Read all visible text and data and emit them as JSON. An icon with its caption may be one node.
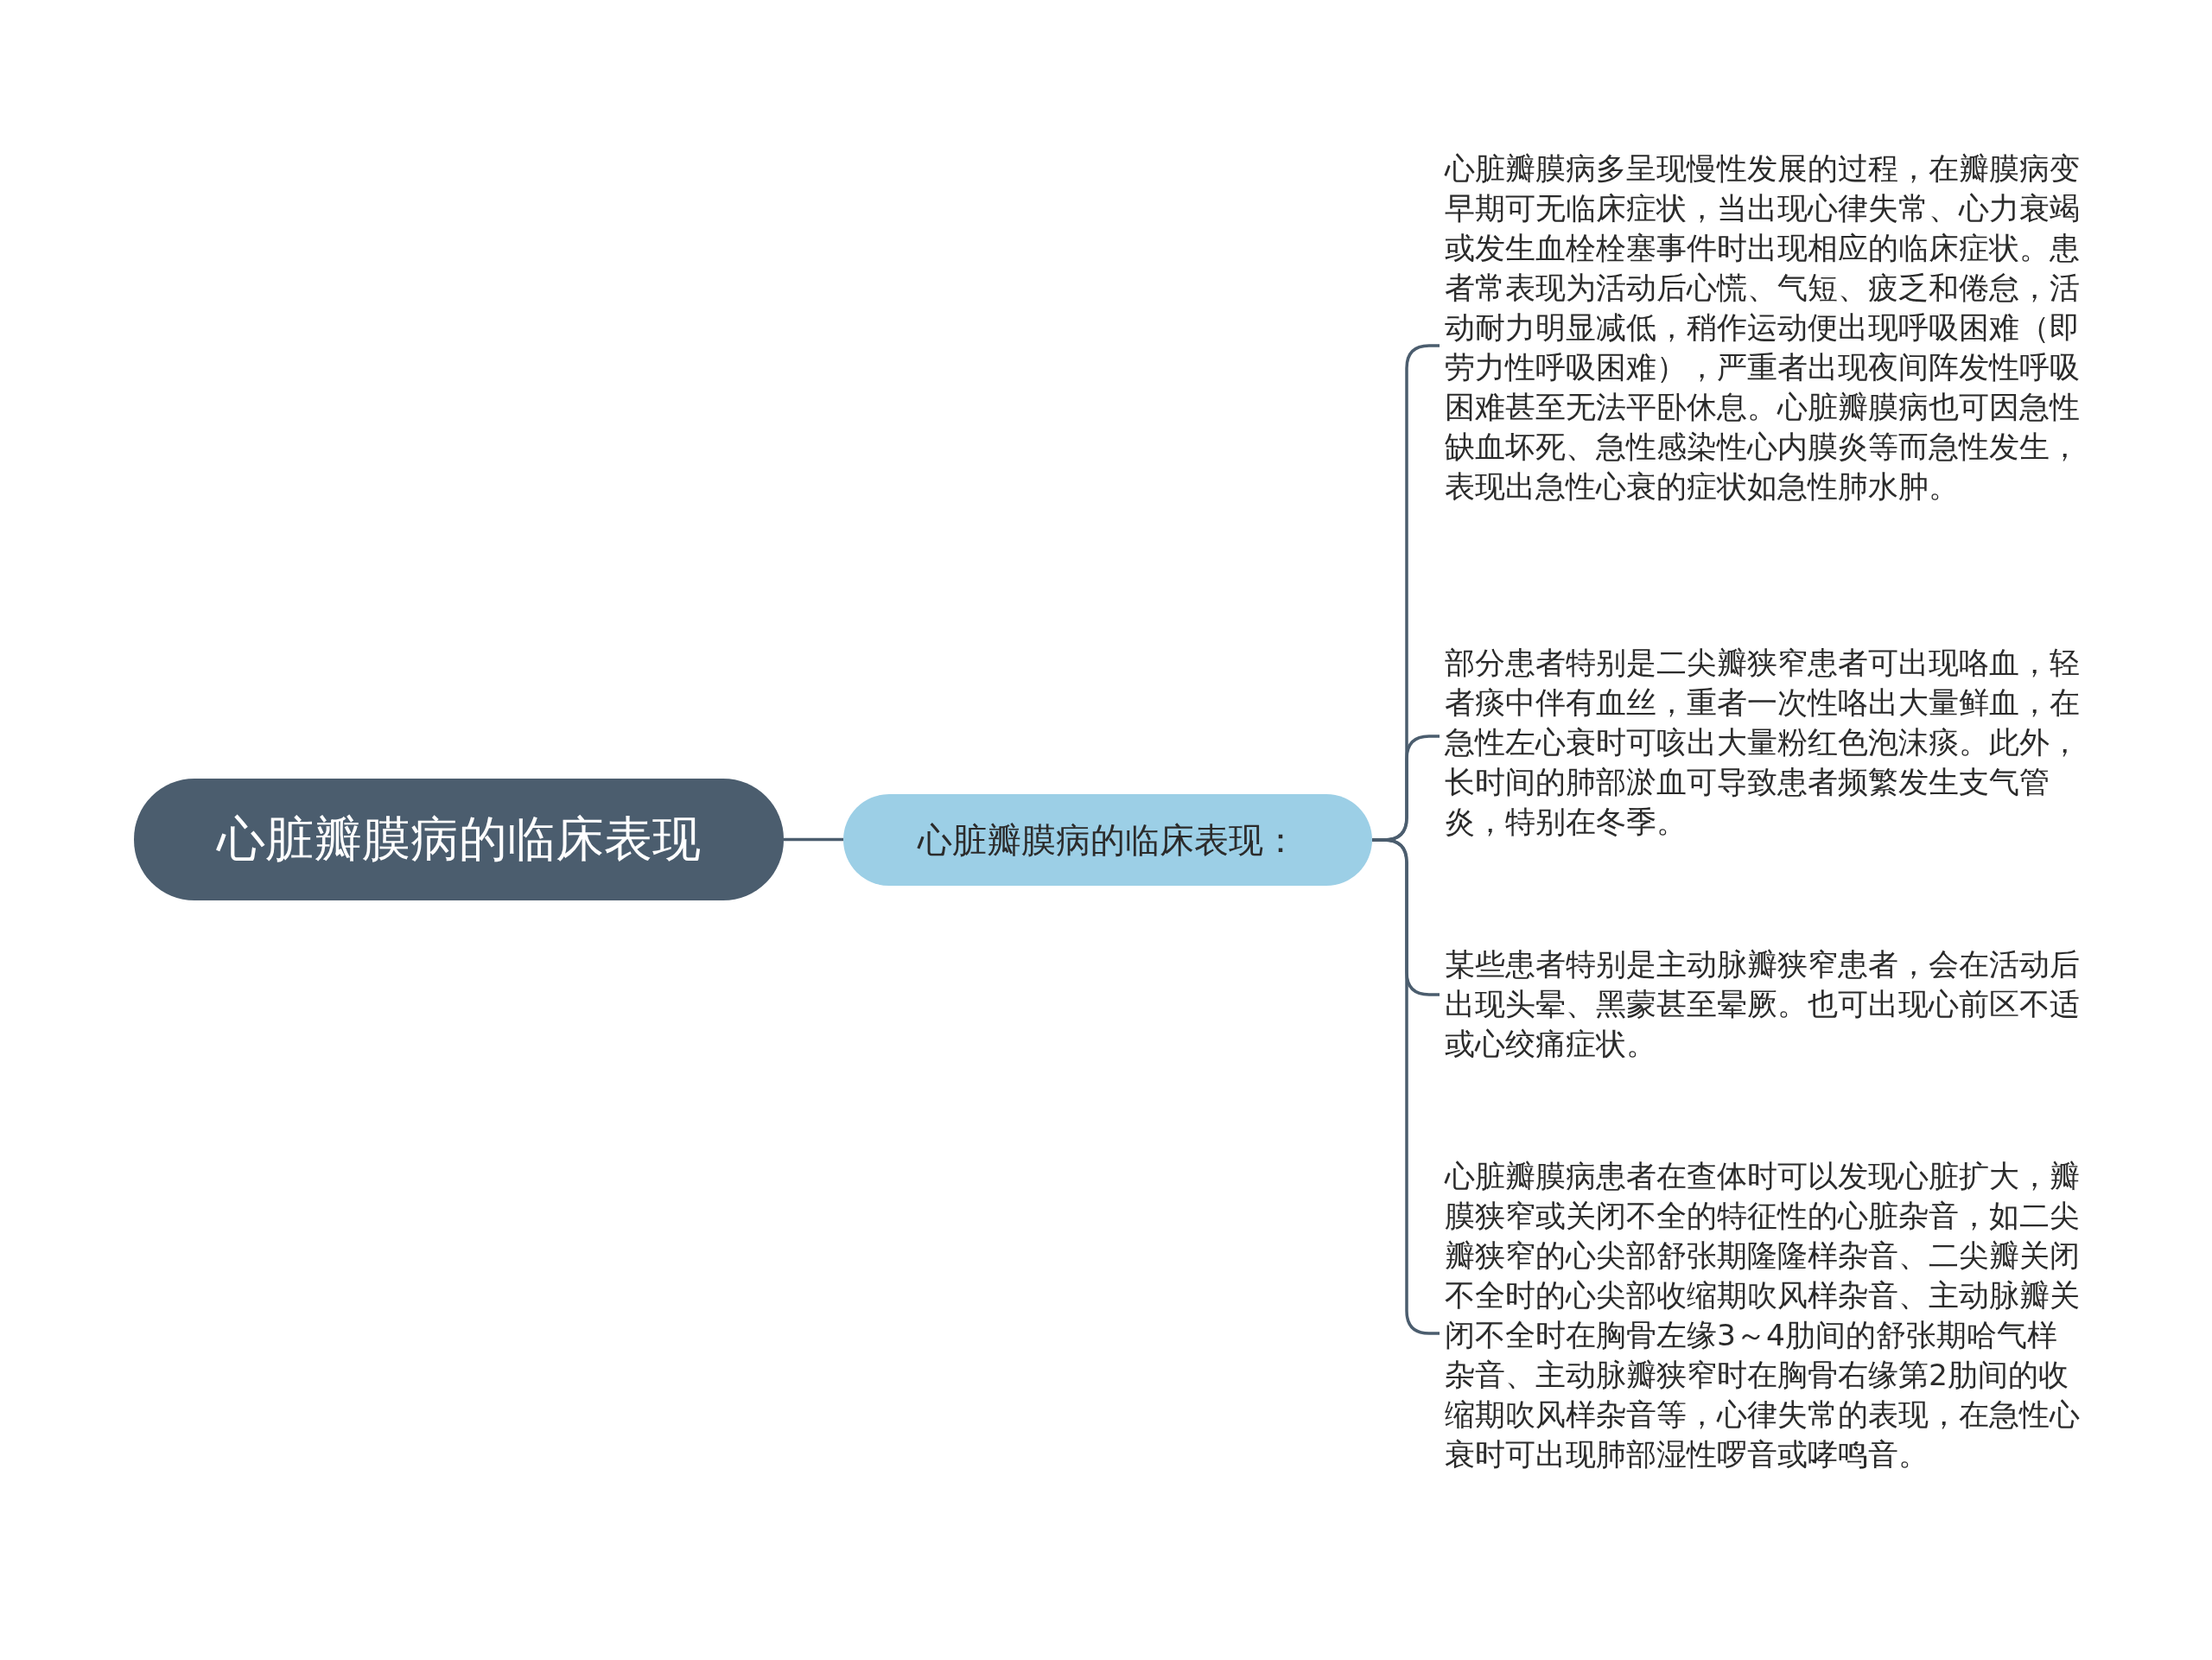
{
  "diagram": {
    "nodes": [
      {
        "text": [
          "心脏瓣膜病的临床表现"
        ]
      },
      {
        "text": [
          "心脏瓣膜病的临床表现："
        ]
      },
      {
        "text": [
          "心脏瓣膜病多呈现慢性发展的过程，在瓣膜病变早期可无临床症状，当出现心律失常、心力衰竭或发生血栓栓塞事件时出现相应的临床症状。患者常表现为活动后心慌、气短、疲乏和倦怠，活动耐力明显减低，稍作运动便出现呼吸困难（即劳力性呼吸困难），严重者出现夜间阵发性呼吸困难甚至无法平卧休息。心脏瓣膜病也可因急性缺血坏死、急性感染性心内膜炎等而急性发生，表现出急性心衰的症状如急性肺水肿。"
        ]
      },
      {
        "text": [
          "部分患者特别是二尖瓣狭窄患者可出现咯血，轻者痰中伴有血丝，重者一次性咯出大量鲜血，在急性左心衰时可咳出大量粉红色泡沫痰。此外，长时间的肺部淤血可导致患者频繁发生支气管炎，特别在冬季。"
        ]
      },
      {
        "text": [
          "某些患者特别是主动脉瓣狭窄患者，会在活动后出现头晕、黑蒙甚至晕厥。也可出现心前区不适或心绞痛症状。"
        ]
      },
      {
        "text": [
          "心脏瓣膜病患者在查体时可以发现心脏扩大，瓣膜狭窄或关闭不全的特征性的心脏杂音，如二尖瓣狭窄的心尖部舒张期隆隆样杂音、二尖瓣关闭不全时的心尖部收缩期吹风样杂音、主动脉瓣关闭不全时在胸骨左缘3～4肋间的舒张期哈气样杂音、主动脉瓣狭窄时在胸骨右缘第2肋间的收缩期吹风样杂音等，心律失常的表现，在急性心衰时可出现肺部湿性啰音或哮鸣音。"
        ]
      }
    ],
    "edges": [
      {
        "from": 0,
        "to": 1,
        "arrow": "none"
      },
      {
        "from": 1,
        "to": 2,
        "arrow": "none"
      },
      {
        "from": 1,
        "to": 3,
        "arrow": "none"
      },
      {
        "from": 1,
        "to": 4,
        "arrow": "none"
      },
      {
        "from": 1,
        "to": 5,
        "arrow": "none"
      }
    ]
  }
}
